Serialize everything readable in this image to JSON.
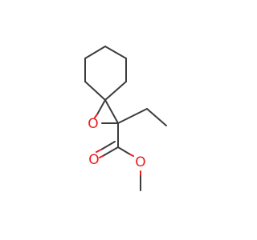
{
  "molecule": {
    "atoms": {
      "epoxide_oxygen": "O",
      "carbonyl_oxygen": "O",
      "ester_oxygen": "O"
    },
    "colors": {
      "bond": "#3c3c3c",
      "oxygen": "#ee1c1c",
      "background": "#ffffff"
    }
  }
}
